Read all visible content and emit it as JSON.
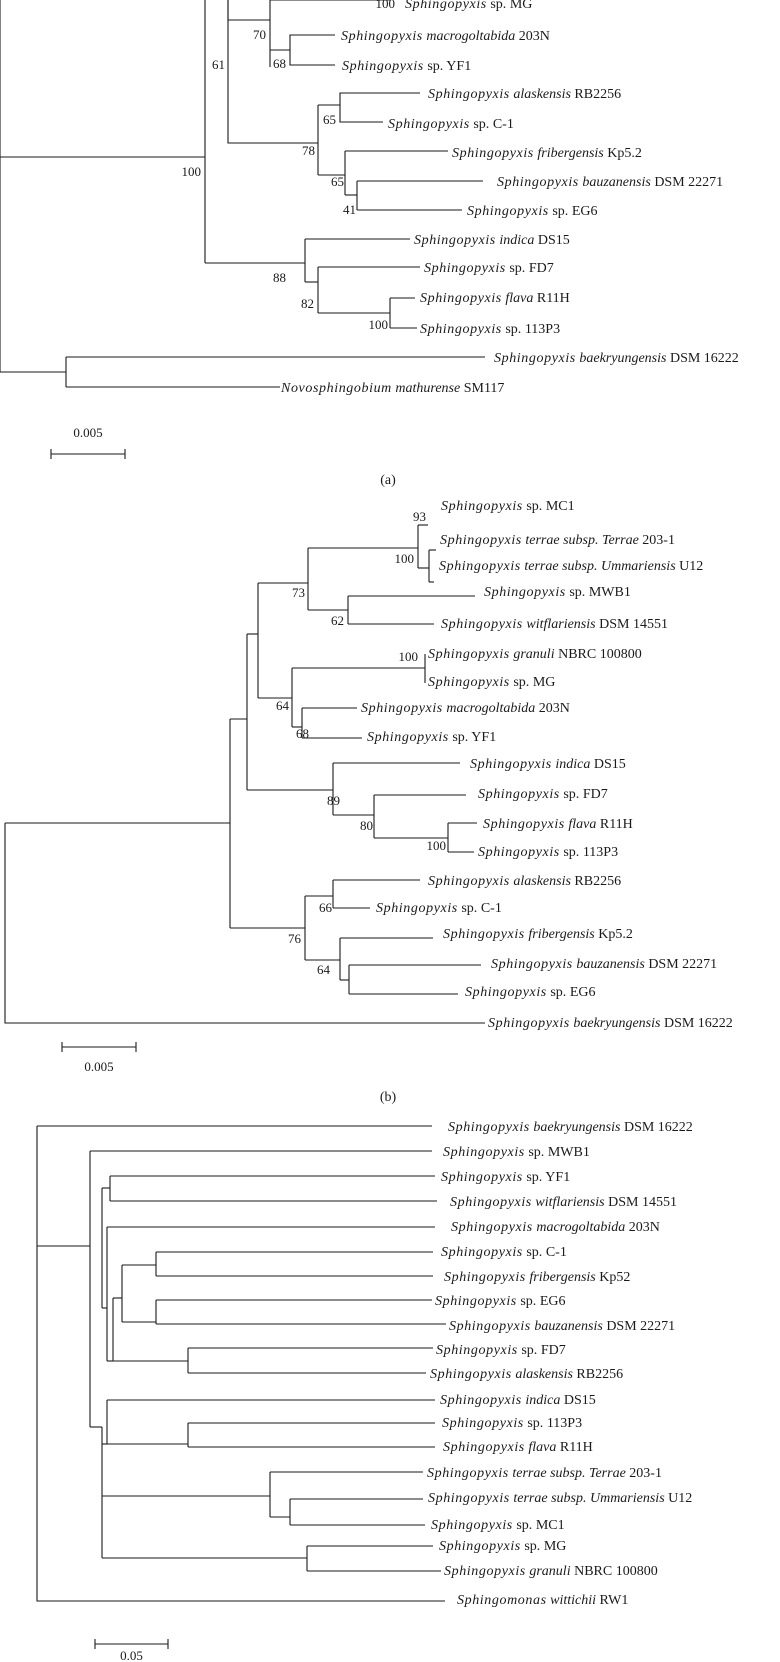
{
  "panels": [
    {
      "caption": "(a)",
      "scale_label": "0.005",
      "taxa": [
        {
          "genus": "Sphingopyxis",
          "epithet": "sp.",
          "strain": "MG"
        },
        {
          "genus": "Sphingopyxis",
          "epithet": "macrogoltabida",
          "strain": "203N"
        },
        {
          "genus": "Sphingopyxis",
          "epithet": "sp.",
          "strain": "YF1"
        },
        {
          "genus": "Sphingopyxis",
          "epithet": "alaskensis",
          "strain": "RB2256"
        },
        {
          "genus": "Sphingopyxis",
          "epithet": "sp.",
          "strain": "C-1"
        },
        {
          "genus": "Sphingopyxis",
          "epithet": "fribergensis",
          "strain": "Kp5.2"
        },
        {
          "genus": "Sphingopyxis",
          "epithet": "bauzanensis",
          "strain": "DSM 22271"
        },
        {
          "genus": "Sphingopyxis",
          "epithet": "sp.",
          "strain": "EG6"
        },
        {
          "genus": "Sphingopyxis",
          "epithet": "indica",
          "strain": "DS15"
        },
        {
          "genus": "Sphingopyxis",
          "epithet": "sp.",
          "strain": "FD7"
        },
        {
          "genus": "Sphingopyxis",
          "epithet": "flava",
          "strain": "R11H"
        },
        {
          "genus": "Sphingopyxis",
          "epithet": "sp.",
          "strain": "113P3"
        },
        {
          "genus": "Sphingopyxis",
          "epithet": "baekryungensis",
          "strain": "DSM 16222"
        },
        {
          "genus": "Novosphingobium",
          "epithet": "mathurense",
          "strain": "SM117"
        }
      ],
      "bootstrap": [
        "100",
        "70",
        "68",
        "61",
        "65",
        "78",
        "65",
        "41",
        "100",
        "88",
        "82",
        "100"
      ]
    },
    {
      "caption": "(b)",
      "scale_label": "0.005",
      "taxa": [
        {
          "genus": "Sphingopyxis",
          "epithet": "sp.",
          "strain": "MC1"
        },
        {
          "genus": "Sphingopyxis",
          "epithet": "terrae subsp. Terrae",
          "strain": "203-1"
        },
        {
          "genus": "Sphingopyxis",
          "epithet": "terrae subsp. Ummariensis",
          "strain": "U12"
        },
        {
          "genus": "Sphingopyxis",
          "epithet": "sp.",
          "strain": "MWB1"
        },
        {
          "genus": "Sphingopyxis",
          "epithet": "witflariensis",
          "strain": "DSM 14551"
        },
        {
          "genus": "Sphingopyxis",
          "epithet": "granuli",
          "strain": "NBRC 100800"
        },
        {
          "genus": "Sphingopyxis",
          "epithet": "sp.",
          "strain": "MG"
        },
        {
          "genus": "Sphingopyxis",
          "epithet": "macrogoltabida",
          "strain": "203N"
        },
        {
          "genus": "Sphingopyxis",
          "epithet": "sp.",
          "strain": "YF1"
        },
        {
          "genus": "Sphingopyxis",
          "epithet": "indica",
          "strain": "DS15"
        },
        {
          "genus": "Sphingopyxis",
          "epithet": "sp.",
          "strain": "FD7"
        },
        {
          "genus": "Sphingopyxis",
          "epithet": "flava",
          "strain": "R11H"
        },
        {
          "genus": "Sphingopyxis",
          "epithet": "sp.",
          "strain": "113P3"
        },
        {
          "genus": "Sphingopyxis",
          "epithet": "alaskensis",
          "strain": "RB2256"
        },
        {
          "genus": "Sphingopyxis",
          "epithet": "sp.",
          "strain": "C-1"
        },
        {
          "genus": "Sphingopyxis",
          "epithet": "fribergensis",
          "strain": "Kp5.2"
        },
        {
          "genus": "Sphingopyxis",
          "epithet": "bauzanensis",
          "strain": "DSM 22271"
        },
        {
          "genus": "Sphingopyxis",
          "epithet": "sp.",
          "strain": "EG6"
        },
        {
          "genus": "Sphingopyxis",
          "epithet": "baekryungensis",
          "strain": "DSM 16222"
        }
      ],
      "bootstrap": [
        "93",
        "100",
        "73",
        "62",
        "100",
        "64",
        "68",
        "89",
        "80",
        "100",
        "66",
        "76",
        "64"
      ]
    },
    {
      "caption": "",
      "scale_label": "0.05",
      "taxa": [
        {
          "genus": "Sphingopyxis",
          "epithet": "baekryungensis",
          "strain": "DSM 16222"
        },
        {
          "genus": "Sphingopyxis",
          "epithet": "sp.",
          "strain": "MWB1"
        },
        {
          "genus": "Sphingopyxis",
          "epithet": "sp.",
          "strain": "YF1"
        },
        {
          "genus": "Sphingopyxis",
          "epithet": "witflariensis",
          "strain": "DSM 14551"
        },
        {
          "genus": "Sphingopyxis",
          "epithet": "macrogoltabida",
          "strain": "203N"
        },
        {
          "genus": "Sphingopyxis",
          "epithet": "sp.",
          "strain": "C-1"
        },
        {
          "genus": "Sphingopyxis",
          "epithet": "fribergensis",
          "strain": "Kp52"
        },
        {
          "genus": "Sphingopyxis",
          "epithet": "sp.",
          "strain": "EG6"
        },
        {
          "genus": "Sphingopyxis",
          "epithet": "bauzanensis",
          "strain": "DSM 22271"
        },
        {
          "genus": "Sphingopyxis",
          "epithet": "sp.",
          "strain": "FD7"
        },
        {
          "genus": "Sphingopyxis",
          "epithet": "alaskensis",
          "strain": "RB2256"
        },
        {
          "genus": "Sphingopyxis",
          "epithet": "indica",
          "strain": "DS15"
        },
        {
          "genus": "Sphingopyxis",
          "epithet": "sp.",
          "strain": "113P3"
        },
        {
          "genus": "Sphingopyxis",
          "epithet": "flava",
          "strain": "R11H"
        },
        {
          "genus": "Sphingopyxis",
          "epithet": "terrae subsp. Terrae",
          "strain": "203-1"
        },
        {
          "genus": "Sphingopyxis",
          "epithet": "terrae subsp. Ummariensis",
          "strain": "U12"
        },
        {
          "genus": "Sphingopyxis",
          "epithet": "sp.",
          "strain": "MC1"
        },
        {
          "genus": "Sphingopyxis",
          "epithet": "sp.",
          "strain": "MG"
        },
        {
          "genus": "Sphingopyxis",
          "epithet": "granuli",
          "strain": "NBRC 100800"
        },
        {
          "genus": "Sphingomonas",
          "epithet": "wittichii",
          "strain": "RW1"
        }
      ],
      "bootstrap": []
    }
  ]
}
